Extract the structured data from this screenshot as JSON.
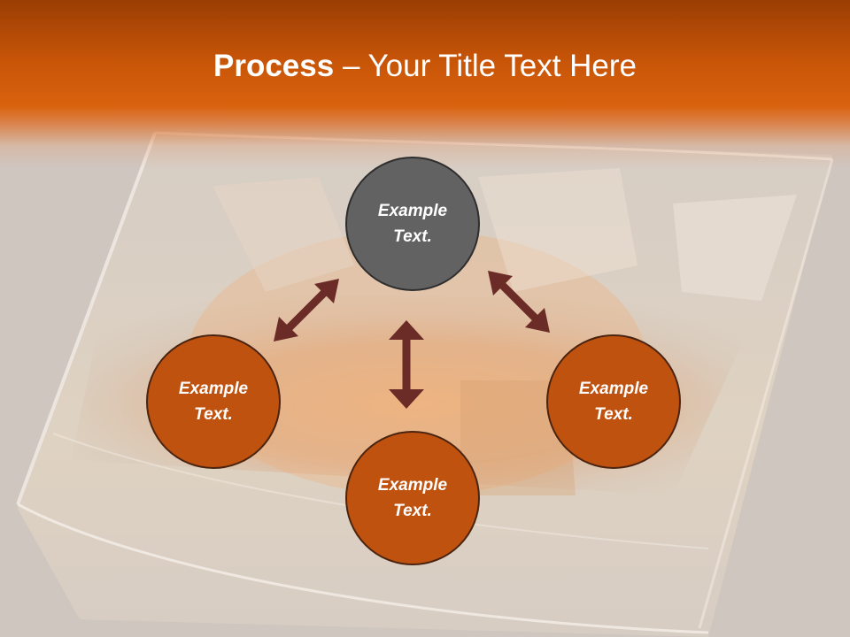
{
  "title": {
    "bold": "Process",
    "separator": " – ",
    "rest": "Your Title Text Here"
  },
  "nodes": {
    "top": {
      "line1": "Example",
      "line2": "Text."
    },
    "left": {
      "line1": "Example",
      "line2": "Text."
    },
    "right": {
      "line1": "Example",
      "line2": "Text."
    },
    "bottom": {
      "line1": "Example",
      "line2": "Text."
    }
  },
  "colors": {
    "header": "#c85508",
    "node_orange": "#c0520f",
    "node_gray": "#626262",
    "arrow": "#6b2b26",
    "background": "#cfc6c0"
  }
}
